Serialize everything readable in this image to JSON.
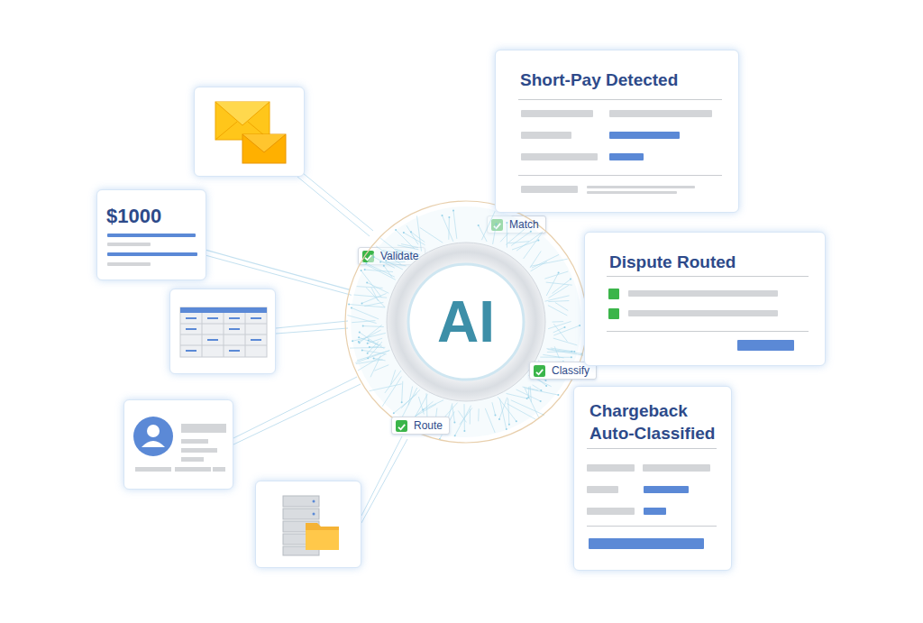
{
  "diagram": {
    "nodes": [
      {
        "text": [
          "$1000"
        ]
      },
      {
        "text": [
          "Validate"
        ]
      },
      {
        "text": [
          "Match"
        ]
      },
      {
        "text": [
          "AI"
        ]
      },
      {
        "text": [
          "Classify"
        ]
      },
      {
        "text": [
          "Route"
        ]
      },
      {
        "text": [
          "Short-Pay Detected"
        ]
      },
      {
        "text": [
          "Dispute Routed"
        ]
      },
      {
        "text": [
          "Chargeback Auto-Classified"
        ]
      }
    ],
    "edges": [
      {
        "from": 0,
        "to": 3,
        "arrow": "none"
      }
    ]
  }
}
